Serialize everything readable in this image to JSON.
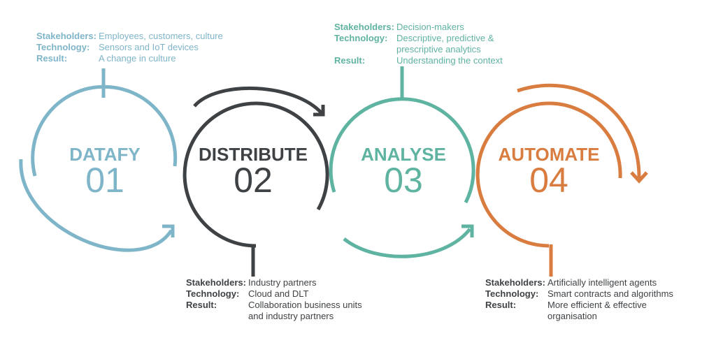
{
  "colors": {
    "datafy": "#7fb5c9",
    "distribute": "#3f4245",
    "analyse": "#5fb3a1",
    "automate": "#d97c3f"
  },
  "stages": [
    {
      "name": "DATAFY",
      "number": "01",
      "rows": [
        {
          "label": "Stakeholders",
          "sep": ":",
          "value": "Employees, customers, culture"
        },
        {
          "label": "Technology",
          "sep": ":",
          "value": "Sensors and IoT devices"
        },
        {
          "label": "Result",
          "sep": ":",
          "value": "A change in culture"
        }
      ]
    },
    {
      "name": "DISTRIBUTE",
      "number": "02",
      "rows": [
        {
          "label": "Stakeholders",
          "sep": ":",
          "value": "Industry partners"
        },
        {
          "label": "Technology",
          "sep": ":",
          "value": "Cloud and DLT"
        },
        {
          "label": "Result",
          "sep": ":",
          "value": "Collaboration business units and industry partners"
        }
      ]
    },
    {
      "name": "ANALYSE",
      "number": "03",
      "rows": [
        {
          "label": "Stakeholders",
          "sep": ":",
          "value": "Decision-makers"
        },
        {
          "label": "Technology",
          "sep": ":",
          "value": "Descriptive, predictive & prescriptive analytics"
        },
        {
          "label": "Result",
          "sep": ":",
          "value": "Understanding the context"
        }
      ]
    },
    {
      "name": "AUTOMATE",
      "number": "04",
      "rows": [
        {
          "label": "Stakeholders",
          "sep": ":",
          "value": "Artificially intelligent agents"
        },
        {
          "label": "Technology",
          "sep": ":",
          "value": "Smart contracts and algorithms"
        },
        {
          "label": "Result",
          "sep": ":",
          "value": "More efficient & effective organisation"
        }
      ]
    }
  ]
}
